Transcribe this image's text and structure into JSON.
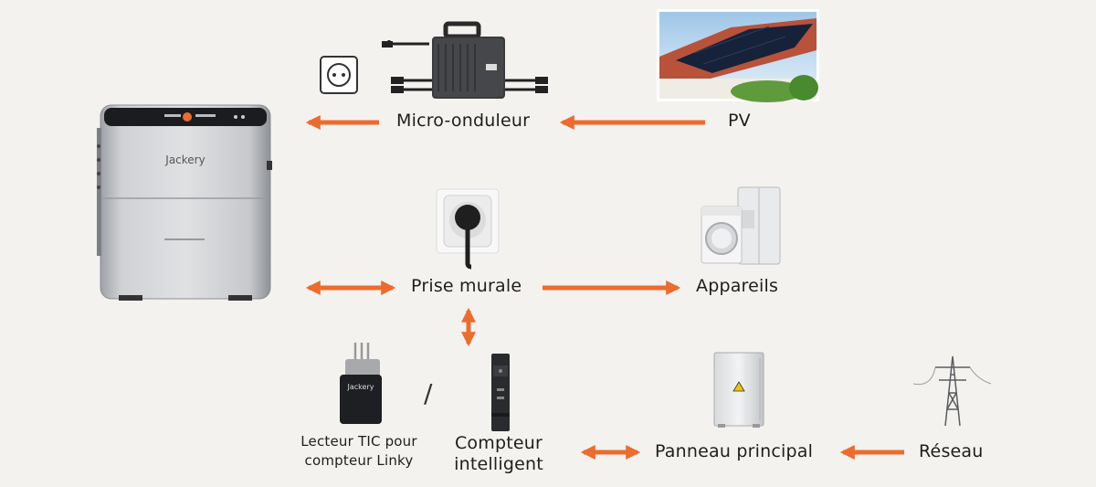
{
  "colors": {
    "background": "#f4f2ef",
    "arrow": "#ec6b2d",
    "text": "#1e1e1e"
  },
  "device": {
    "brand": "Jackery"
  },
  "nodes": {
    "micro_inverter": "Micro-onduleur",
    "pv": "PV",
    "wall_socket": "Prise murale",
    "appliances": "Appareils",
    "tic_reader": [
      "Lecteur TIC pour",
      "compteur Linky"
    ],
    "separator": "/",
    "smart_meter": [
      "Compteur",
      "intelligent"
    ],
    "main_panel": "Panneau principal",
    "grid": "Réseau"
  },
  "icons": [
    "battery-station-icon",
    "outlet-icon",
    "micro-inverter-icon",
    "solar-roof-icon",
    "wall-plug-icon",
    "washer-fridge-icon",
    "tic-reader-icon",
    "smart-meter-icon",
    "electrical-panel-icon",
    "power-pylon-icon"
  ]
}
